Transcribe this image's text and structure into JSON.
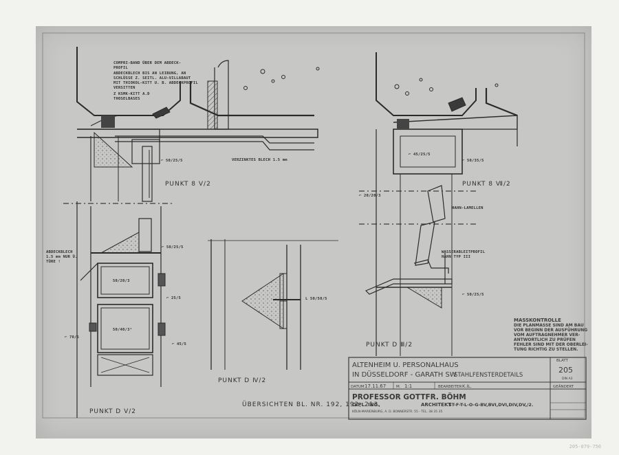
{
  "annotations": {
    "sec1": [
      "COMPRI-BAND ÜBER DEM ABDECK-",
      "PROFIL",
      "ABDECKBLECH BIS AN LEIBUNG, AN",
      "SCHLÜSSE Z. SEITL. ALU-VILLABAUT",
      "MIT THIOKOL-KITT U. B. ABDECKPROFIL",
      "VERSITTEN",
      "Z KSMK-KITT A.D",
      "THOSELBASES"
    ],
    "verzinktes": "VERZINKTES BLECH 1.5 mm",
    "e50_25_5_a": "⌐ 50/25/5",
    "abdeckblech_left": [
      "ABDECKBLECH",
      "1.5 mm NUR Ü.",
      "TÜRE !"
    ],
    "e50_25_5_b": "⌐ 50/25/5",
    "box1": "50/20/3",
    "box2": "50/40/3¹",
    "e25_5": "⌐ 25/5",
    "e70_5": "⌐ 70/5",
    "e45_5": "⌐ 45/5",
    "l50_50_5": "L 50/50/5",
    "e45_25_5": "⌐ 45/25/5",
    "e50_35_5": "⌐ 50/35/5",
    "e20_20_3": "⌐ 20/20/3",
    "hahn": "HAHN-LAMELLEN",
    "wasser": [
      "WASSERABLEITPROFIL",
      "HAHN TYP III"
    ],
    "e50_25_5_c": "⌐ 50/25/5"
  },
  "labels": {
    "p8v2": "PUNKT  8 Ⅴ/2",
    "p8vii2": "PUNKT  8 Ⅶ/2",
    "pdiv2": "PUNKT  D Ⅳ/2",
    "pdv2": "PUNKT  D Ⅴ/2",
    "pdiii2": "PUNKT  D Ⅲ/2",
    "uebersichten": "ÜBERSICHTEN BL. NR. 192, 192, 213,"
  },
  "stamp": [
    "MASSKONTROLLE",
    "DIE PLANMASSE SIND AM BAU",
    "VOR BEGINN DER AUSFÜHRUNG",
    "VOM AUFTRAGNEHMER VER-",
    "ANTWORTLICH ZU PRÜFEN",
    "FEHLER SIND MIT DER OBERLEI-",
    "TUNG RICHTIG ZU STELLEN."
  ],
  "title_block": {
    "project_line1": "ALTENHEIM U. PERSONALHAUS",
    "project_line2": "IN DÜSSELDORF - GARATH SW",
    "subject": "STAHLFENSTERDETAILS",
    "datum_label": "DATUM",
    "datum": "17.11.67",
    "massstab_label": "M.",
    "massstab": "1:1",
    "bearbeiter_label": "BEARBEITER",
    "bearbeiter": "K.IL.",
    "architect": "PROFESSOR GOTTFR. BÖHM",
    "degree": "DIPL. ING.",
    "architekt_label": "ARCHITEKT",
    "sheet_codes": "ST-F-T-L-O-G-BV,BVI,DVI,DIV,DV,/2.",
    "address": "KÖLN-MARIENBURG, A. D. BONNERSTR. 55 - TEL. 38 35 35",
    "blatt_label": "BLATT",
    "blatt": "205",
    "blatt_sub": "DIN A3",
    "aenderung_label": "GEÄNDERT"
  },
  "corner_mark": "205-079-750"
}
